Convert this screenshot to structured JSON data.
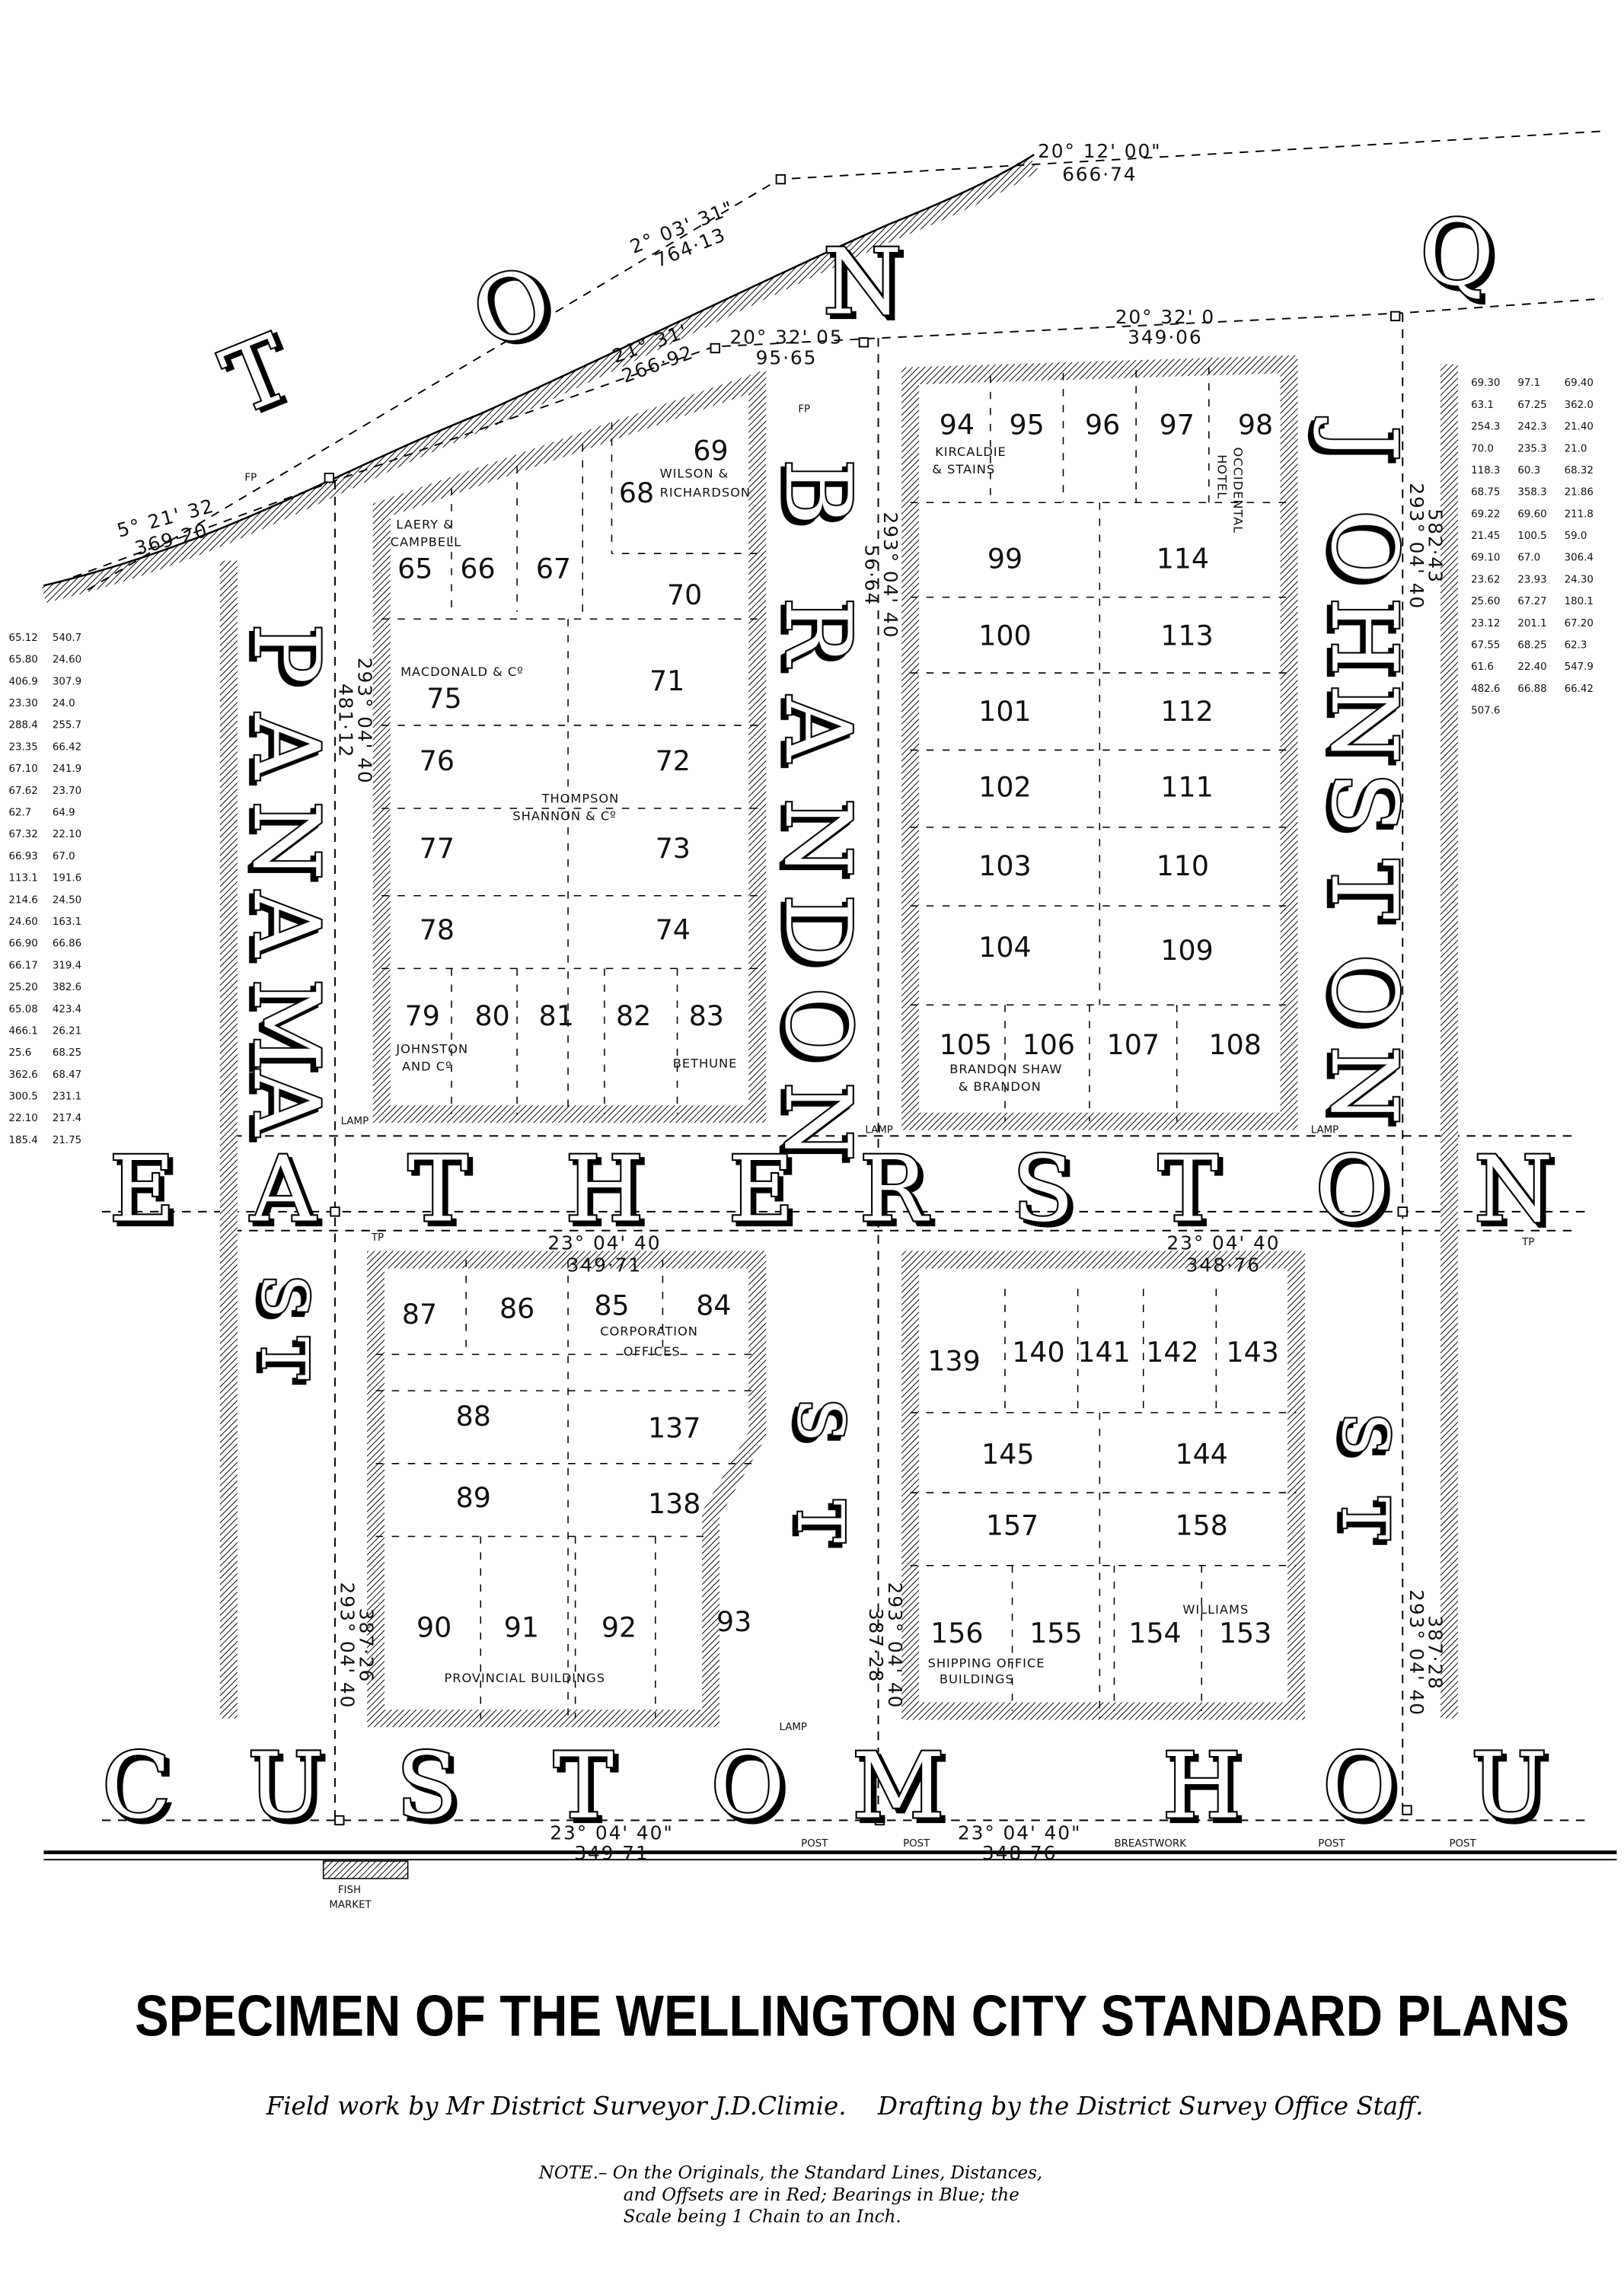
{
  "title": "SPECIMEN OF THE WELLINGTON CITY STANDARD PLANS",
  "credit": "Field work by Mr District Surveyor J.D.Climie.    Drafting by the District Survey Office Staff.",
  "note": [
    "NOTE.– On the Originals, the Standard Lines, Distances,",
    "and Offsets are in Red; Bearings in Blue; the",
    "Scale being 1 Chain to an Inch."
  ],
  "streets": {
    "top": [
      "T",
      "O",
      "N",
      "Q"
    ],
    "featherston": [
      "E",
      "A",
      "T",
      "H",
      "E",
      "R",
      "S",
      "T",
      "O",
      "N"
    ],
    "customhouse": [
      "C",
      "U",
      "S",
      "T",
      "O",
      "M",
      "H",
      "O",
      "U"
    ],
    "brandon": [
      "B",
      "R",
      "A",
      "N",
      "D",
      "O",
      "N"
    ],
    "brandon_st": [
      "S",
      "T"
    ],
    "panama": [
      "P",
      "A",
      "N",
      "A",
      "M",
      "A"
    ],
    "panama_st": [
      "S",
      "T"
    ],
    "johnston": [
      "J",
      "O",
      "H",
      "N",
      "S",
      "T",
      "O",
      "N"
    ],
    "johnston_st": [
      "S",
      "T"
    ]
  },
  "lots": [
    "65",
    "66",
    "67",
    "68",
    "69",
    "70",
    "75",
    "71",
    "76",
    "72",
    "77",
    "73",
    "78",
    "74",
    "79",
    "80",
    "81",
    "82",
    "83",
    "94",
    "95",
    "96",
    "97",
    "98",
    "99",
    "114",
    "100",
    "113",
    "101",
    "112",
    "102",
    "111",
    "103",
    "110",
    "104",
    "109",
    "105",
    "106",
    "107",
    "108",
    "87",
    "86",
    "85",
    "84",
    "88",
    "137",
    "89",
    "138",
    "90",
    "91",
    "92",
    "93",
    "139",
    "140",
    "141",
    "142",
    "143",
    "145",
    "144",
    "157",
    "158",
    "156",
    "155",
    "154",
    "153"
  ],
  "owners": {
    "laery1": "LAERY &",
    "laery2": "CAMPBELL",
    "wilson1": "WILSON &",
    "wilson2": "RICHARDSON",
    "macdonald": "MACDONALD & Cº",
    "thompson1": "THOMPSON",
    "thompson2": "SHANNON & Cº",
    "johnston1": "JOHNSTON",
    "johnston2": "AND Cº",
    "bethune": "BETHUNE",
    "kircaldie1": "KIRCALDIE",
    "kircaldie2": "& STAINS",
    "occidental1": "OCCIDENTAL",
    "occidental2": "HOTEL",
    "brandon1": "BRANDON SHAW",
    "brandon2": "& BRANDON",
    "corporation1": "CORPORATION",
    "corporation2": "OFFICES",
    "provincial": "PROVINCIAL  BUILDINGS",
    "shipping1": "SHIPPING OFFICE",
    "shipping2": "BUILDINGS",
    "williams": "WILLIAMS"
  },
  "bearings": {
    "b1a": "20° 12' 00\"",
    "b1b": "666·74",
    "b2a": "2° 03' 31\"",
    "b2b": "764·13",
    "b3a": "5° 21' 32",
    "b3b": "369·20",
    "b4a": "21° 31'",
    "b4b": "266·92",
    "b5a": "20° 32' 05",
    "b5b": "95·65",
    "b6a": "20° 32' 0",
    "b6b": "349·06",
    "b7a": "293° 04' 40",
    "b7b": "56·64",
    "b8a": "293° 04' 40",
    "b8b": "481·12",
    "b9a": "293° 04' 40",
    "b9b": "582·43",
    "b10a": "23° 04' 40",
    "b10b": "349·71",
    "b11a": "23° 04' 40",
    "b11b": "348·76",
    "b12a": "293° 04' 40",
    "b12b": "387·26",
    "b13a": "293° 04' 40",
    "b13b": "387·28",
    "b14a": "293° 04' 40",
    "b14b": "387·28",
    "b15a": "23° 04' 40\"",
    "b15b": "349·71",
    "b16a": "23° 04' 40\"",
    "b16b": "348·76"
  },
  "offsets": [
    "65.12",
    "540.7",
    "65.80",
    "24.60",
    "406.9",
    "307.9",
    "23.30",
    "24.0",
    "288.4",
    "255.7",
    "23.35",
    "66.42",
    "67.10",
    "241.9",
    "67.62",
    "23.70",
    "62.7",
    "64.9",
    "67.32",
    "22.10",
    "66.93",
    "67.0",
    "113.1",
    "191.6",
    "214.6",
    "24.50",
    "24.60",
    "163.1",
    "66.90",
    "66.86",
    "66.17",
    "319.4",
    "25.20",
    "382.6",
    "65.08",
    "423.4",
    "466.1",
    "26.21",
    "25.6",
    "68.25",
    "362.6",
    "68.47",
    "300.5",
    "231.1",
    "22.10",
    "217.4",
    "185.4",
    "21.75",
    "69.30",
    "97.1",
    "69.40",
    "63.1",
    "67.25",
    "362.0",
    "254.3",
    "242.3",
    "21.40",
    "70.0",
    "235.3",
    "21.0",
    "118.3",
    "60.3",
    "68.32",
    "68.75",
    "358.3",
    "21.86",
    "69.22",
    "69.60",
    "211.8",
    "21.45",
    "100.5",
    "59.0",
    "69.10",
    "67.0",
    "306.4",
    "23.62",
    "23.93",
    "24.30",
    "25.60",
    "67.27",
    "180.1",
    "23.12",
    "201.1",
    "67.20",
    "67.55",
    "68.25",
    "62.3",
    "61.6",
    "22.40",
    "547.9",
    "482.6",
    "66.88",
    "66.42",
    "507.6"
  ],
  "misc": {
    "breastwork": "BREASTWORK",
    "fish1": "FISH",
    "fish2": "MARKET",
    "post": "POST",
    "lamp": "LAMP",
    "tp": "TP",
    "fp": "FP"
  }
}
